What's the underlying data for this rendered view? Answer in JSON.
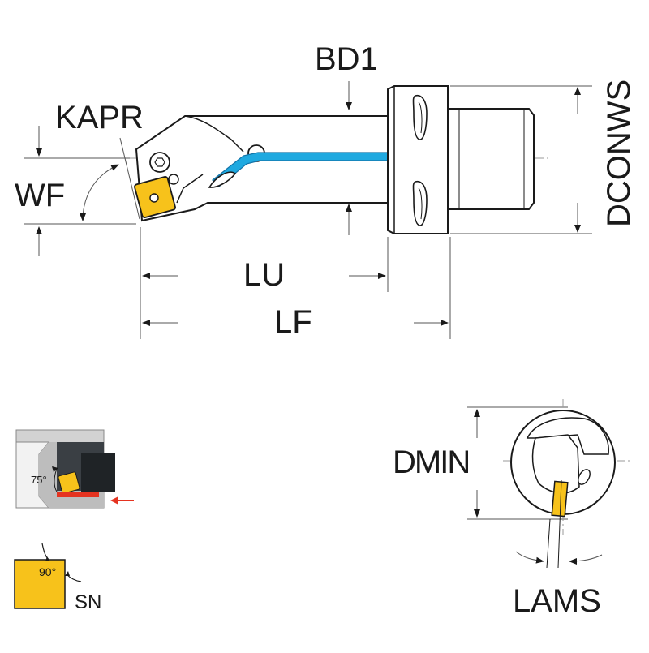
{
  "labels": {
    "bd1": "BD1",
    "kapr": "KAPR",
    "wf": "WF",
    "dconws": "DCONWS",
    "lu": "LU",
    "lf": "LF",
    "dmin": "DMIN",
    "lams": "LAMS",
    "angle_75": "75°",
    "angle_90": "90°",
    "sn": "SN"
  },
  "colors": {
    "line": "#1a1a1a",
    "dim_line": "#555555",
    "insert_yellow": "#f7c21b",
    "coolant_blue": "#1fa9e0",
    "coolant_outline": "#1373a8",
    "holder_gray": "#cccccc",
    "bore_gray": "#9a9a9a",
    "dark_holder": "#3a3f44",
    "red_marker": "#e53320"
  }
}
